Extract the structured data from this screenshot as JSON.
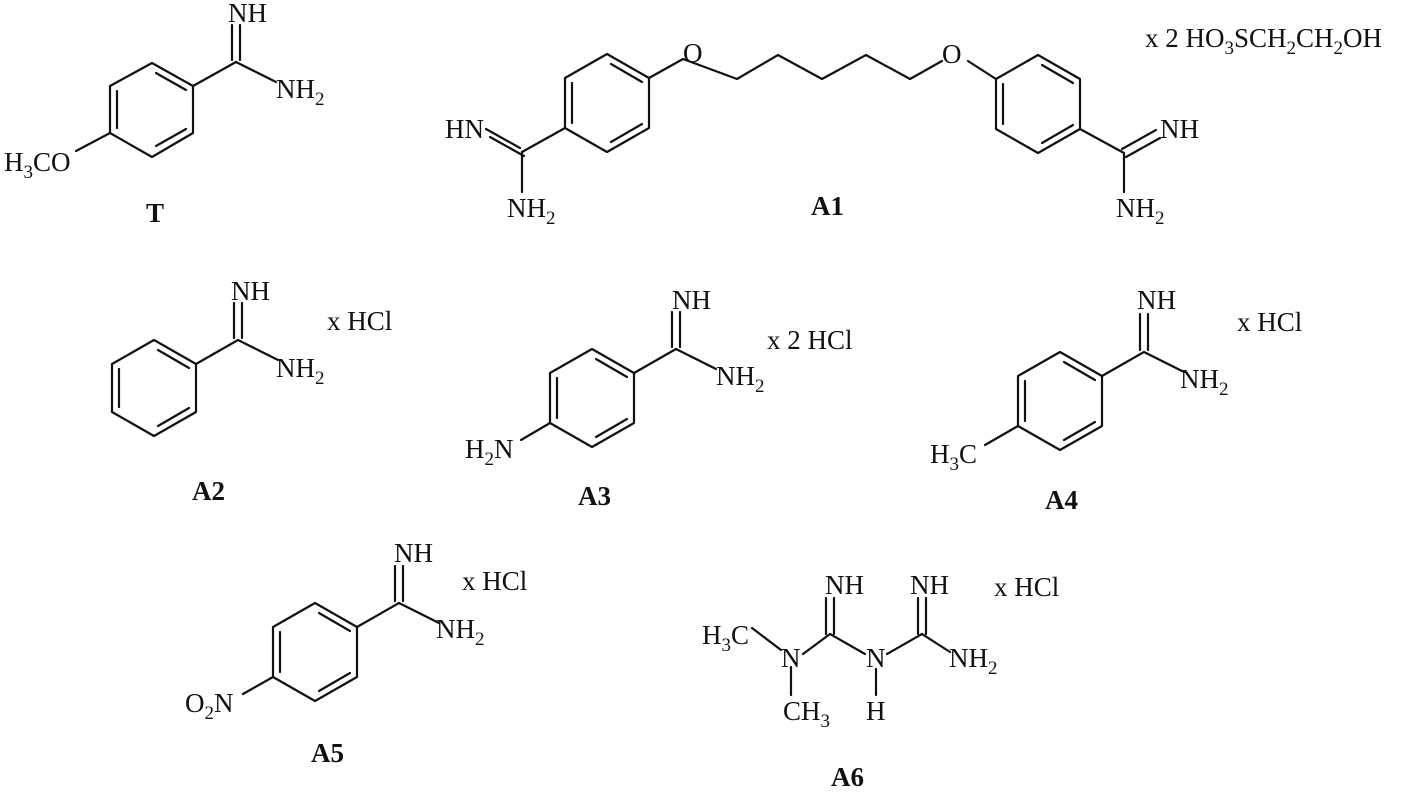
{
  "figure": {
    "molecules": [
      {
        "id": "T",
        "compound_label": "T",
        "atoms": {
          "imine": "NH",
          "amine": "NH2",
          "substituent": "H3CO"
        }
      },
      {
        "id": "A1",
        "compound_label": "A1",
        "atoms": {
          "ether_left": "O",
          "ether_right": "O",
          "imine_left": "HN",
          "amine_left": "NH2",
          "imine_right": "NH",
          "amine_right": "NH2"
        },
        "salt": "x 2  HO3SCH2CH2OH"
      },
      {
        "id": "A2",
        "compound_label": "A2",
        "atoms": {
          "imine": "NH",
          "amine": "NH2"
        },
        "salt": "x  HCl"
      },
      {
        "id": "A3",
        "compound_label": "A3",
        "atoms": {
          "imine": "NH",
          "amine": "NH2",
          "substituent": "H2N"
        },
        "salt": "x 2 HCl"
      },
      {
        "id": "A4",
        "compound_label": "A4",
        "atoms": {
          "imine": "NH",
          "amine": "NH2",
          "substituent": "H3C"
        },
        "salt": "x HCl"
      },
      {
        "id": "A5",
        "compound_label": "A5",
        "atoms": {
          "imine": "NH",
          "amine": "NH2",
          "substituent": "O2N"
        },
        "salt": "x HCl"
      },
      {
        "id": "A6",
        "compound_label": "A6",
        "atoms": {
          "imine_left": "NH",
          "imine_right": "NH",
          "methyl_top": "H3C",
          "methyl_bottom": "CH3",
          "n_dimethyl": "N",
          "n_bridge": "N",
          "n_bridge_h": "H",
          "amine": "NH2"
        },
        "salt": "x HCl"
      }
    ]
  }
}
